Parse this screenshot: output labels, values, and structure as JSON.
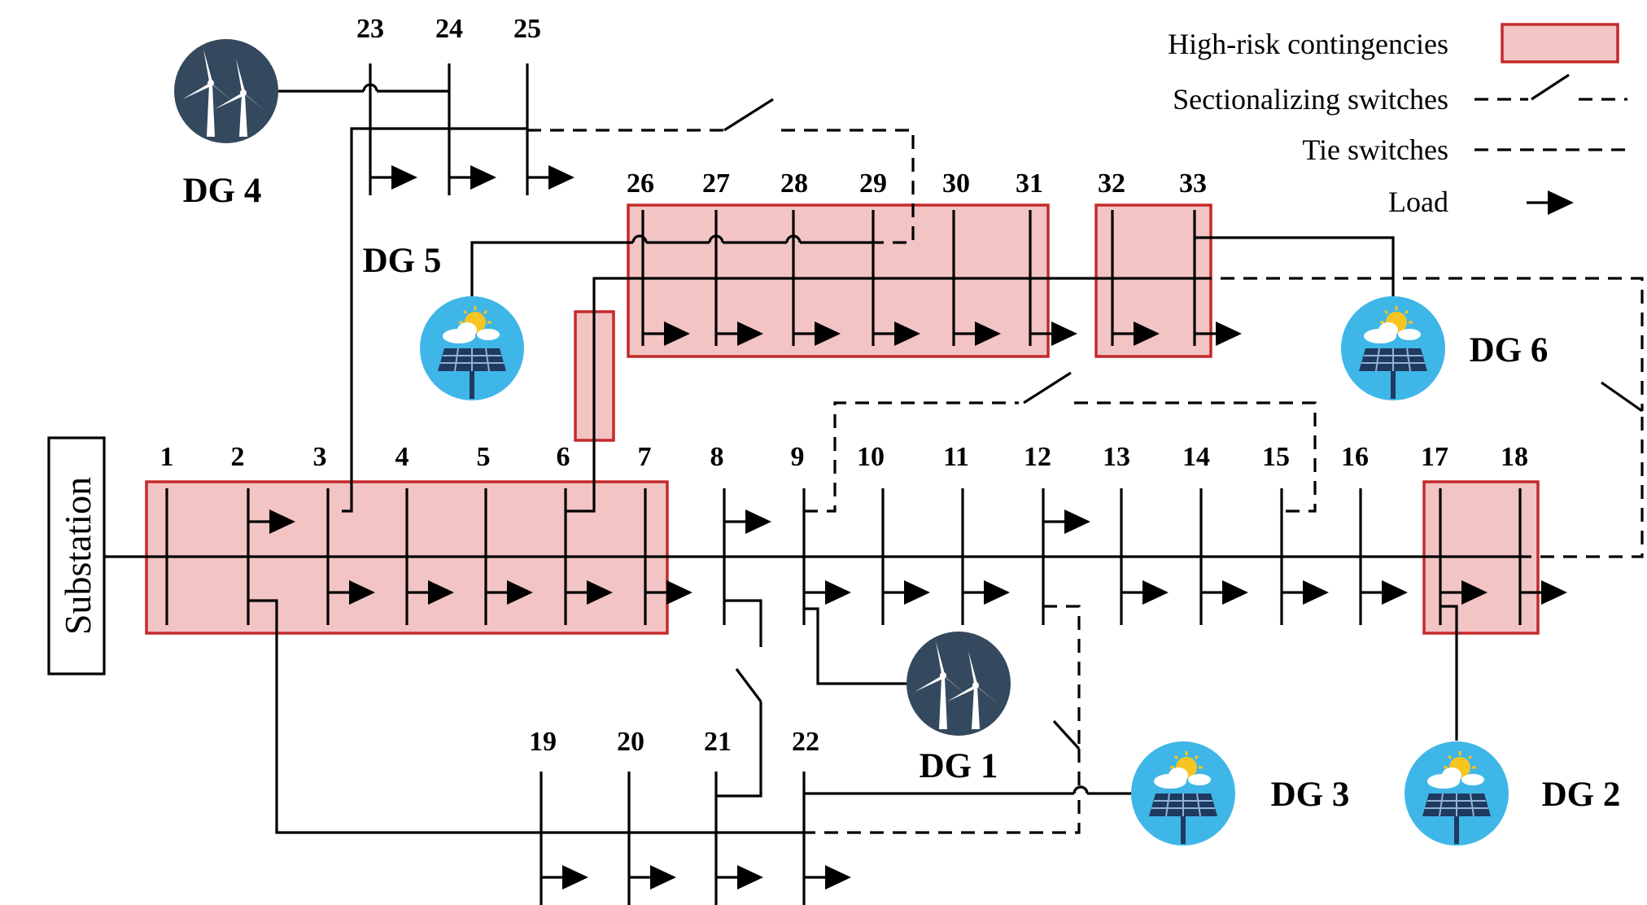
{
  "substation_label": "Substation",
  "legend": {
    "high_risk": "High-risk contingencies",
    "sectionalizing": "Sectionalizing switches",
    "tie": "Tie switches",
    "load": "Load"
  },
  "bus_labels": {
    "b1": "1",
    "b2": "2",
    "b3": "3",
    "b4": "4",
    "b5": "5",
    "b6": "6",
    "b7": "7",
    "b8": "8",
    "b9": "9",
    "b10": "10",
    "b11": "11",
    "b12": "12",
    "b13": "13",
    "b14": "14",
    "b15": "15",
    "b16": "16",
    "b17": "17",
    "b18": "18",
    "b19": "19",
    "b20": "20",
    "b21": "21",
    "b22": "22",
    "b23": "23",
    "b24": "24",
    "b25": "25",
    "b26": "26",
    "b27": "27",
    "b28": "28",
    "b29": "29",
    "b30": "30",
    "b31": "31",
    "b32": "32",
    "b33": "33"
  },
  "dg_labels": {
    "dg1": "DG 1",
    "dg2": "DG 2",
    "dg3": "DG 3",
    "dg4": "DG 4",
    "dg5": "DG 5",
    "dg6": "DG 6"
  },
  "dg_types": {
    "dg1": "wind-turbine-icon",
    "dg2": "solar-panel-icon",
    "dg3": "solar-panel-icon",
    "dg4": "wind-turbine-icon",
    "dg5": "solar-panel-icon",
    "dg6": "solar-panel-icon"
  },
  "colors": {
    "high_risk_fill": "#f2c4c4",
    "high_risk_border": "#c42a2a",
    "wind_icon_bg": "#34495e",
    "solar_icon_bg": "#3fb6e8"
  }
}
